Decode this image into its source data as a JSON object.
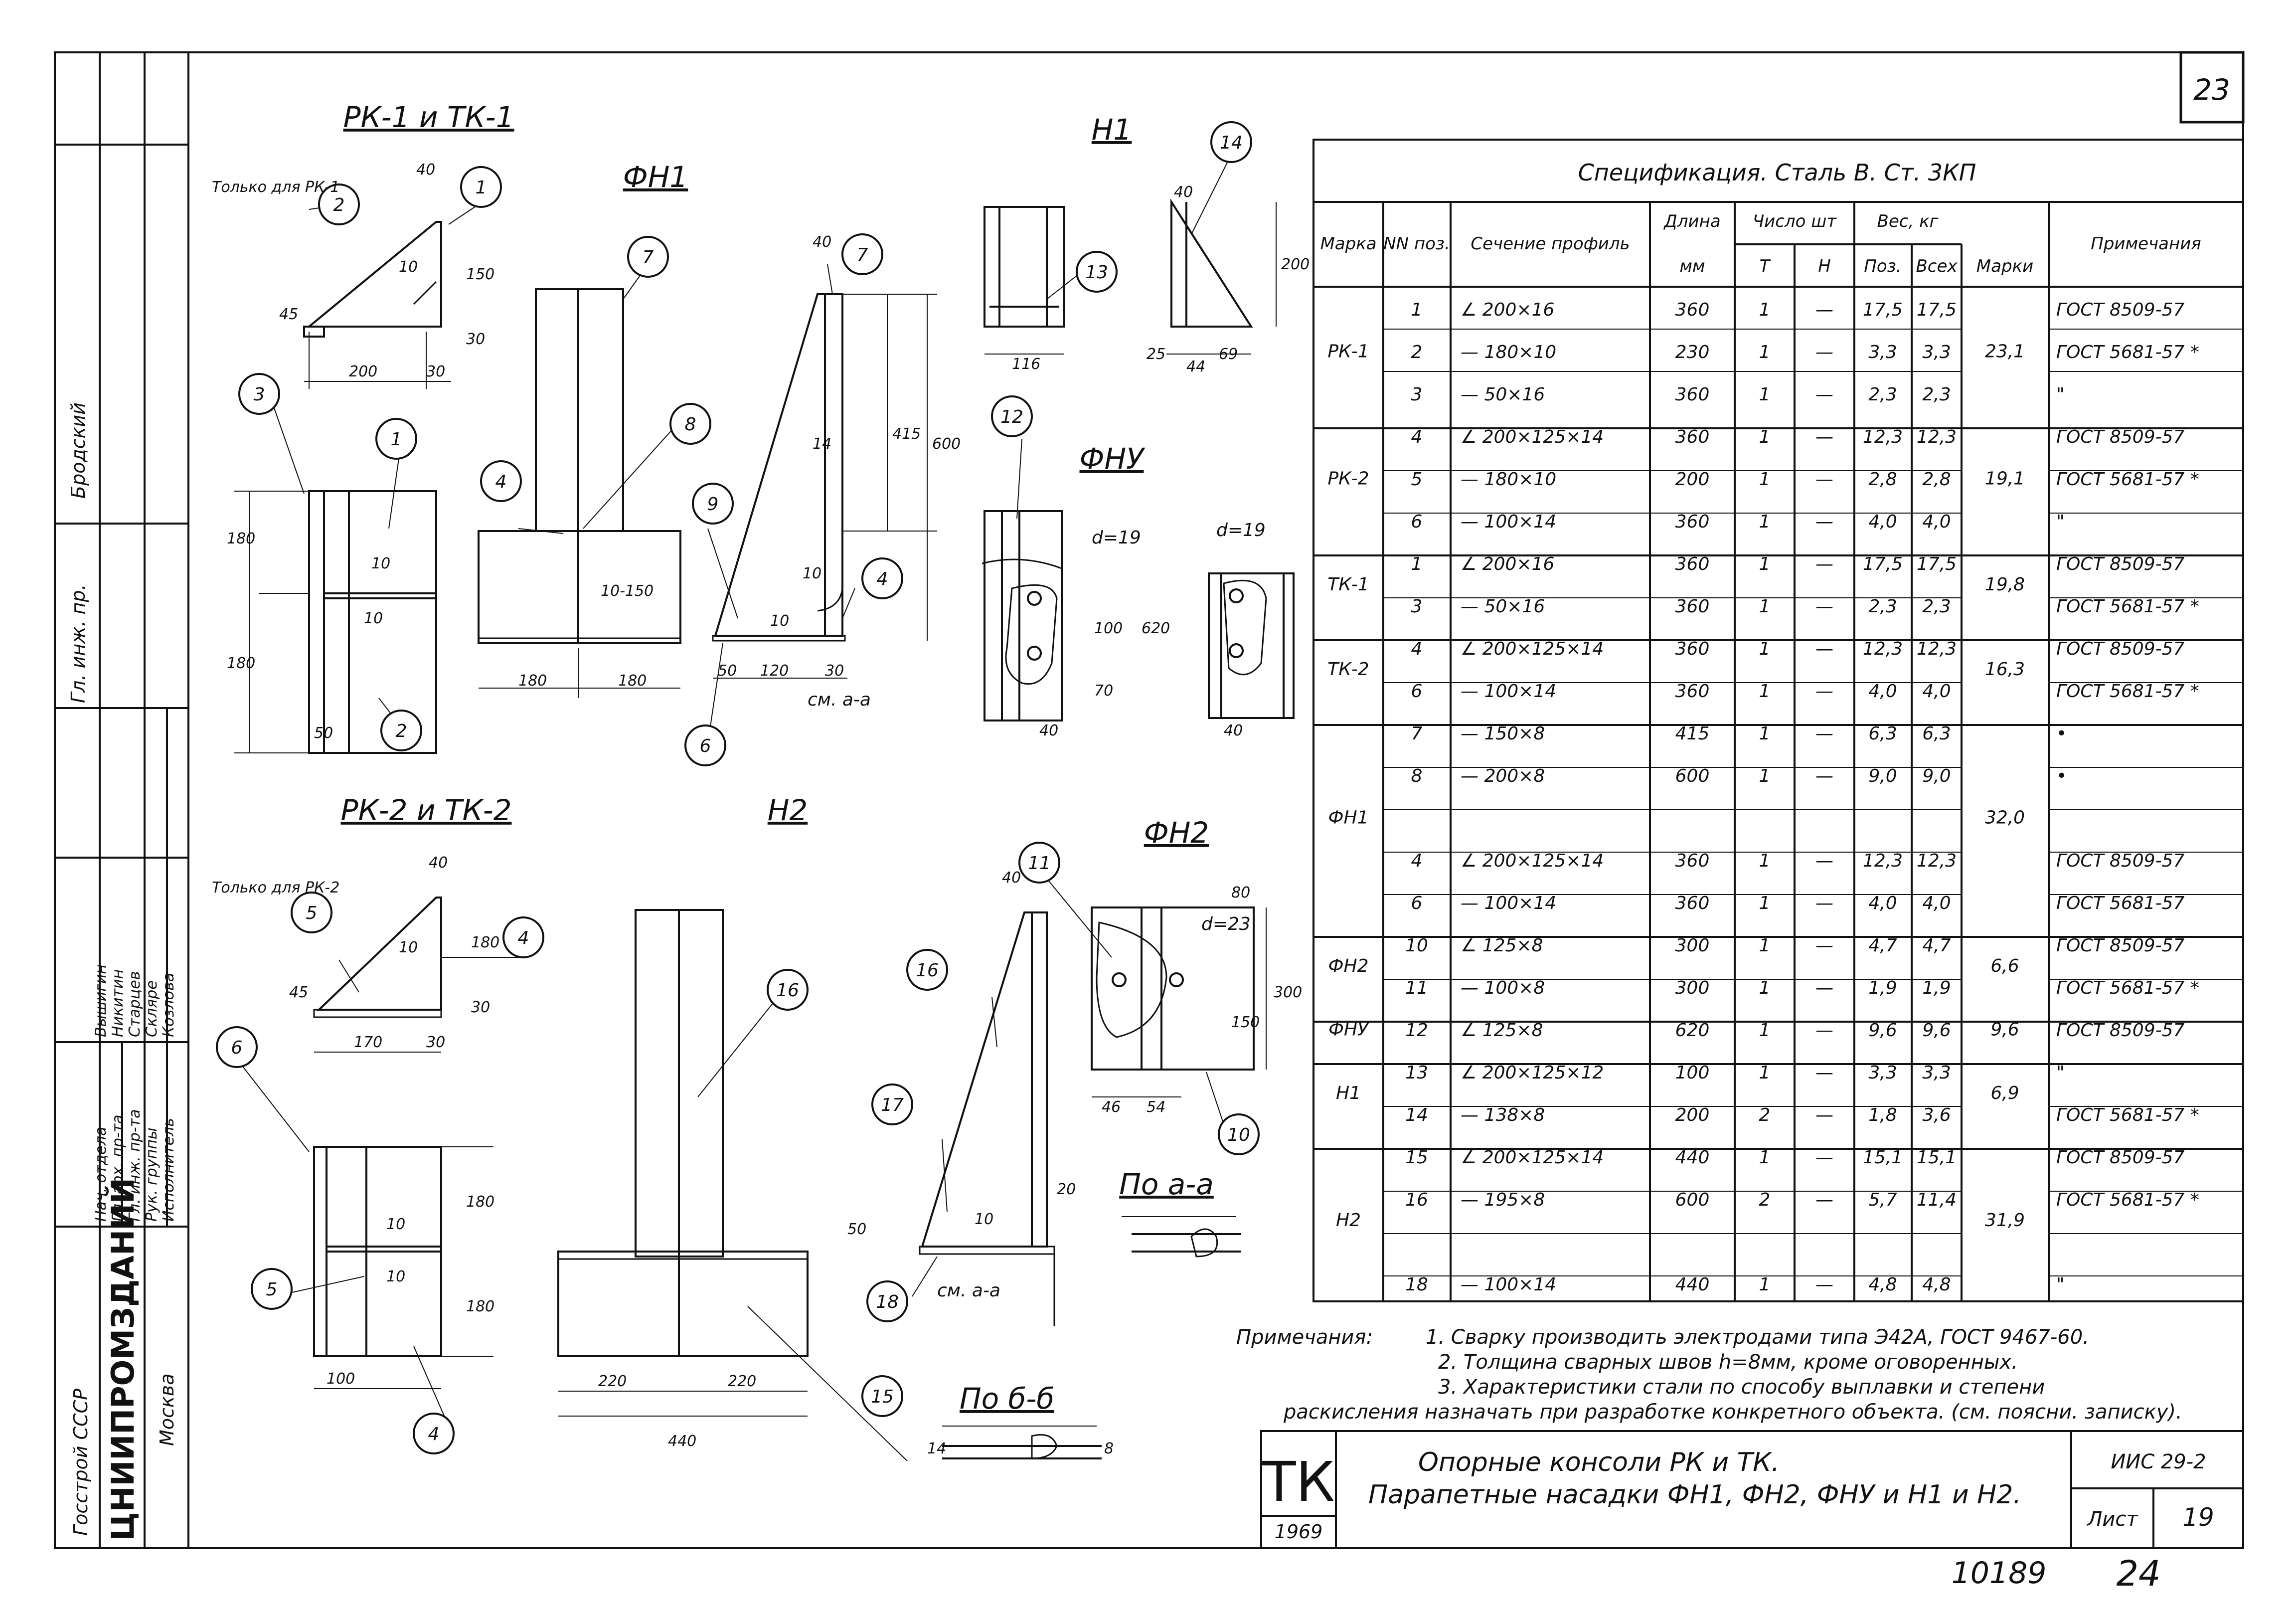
{
  "sheet_number": "23",
  "spec": {
    "title": "Спецификация. Сталь  В. Ст. 3КП",
    "headers": {
      "mark": "Марка",
      "pos": "NN поз.",
      "section": "Сечение профиль",
      "length": "Длина",
      "length_unit": "мм",
      "qty": "Число шт",
      "qty_t": "Т",
      "qty_n": "Н",
      "weight": "Вес, кг",
      "w_pos": "Поз.",
      "w_all": "Всех",
      "w_marks": "Марки",
      "note": "Примечания"
    },
    "rows": [
      {
        "pos": "1",
        "section": "∠ 200×16",
        "len": "360",
        "t": "1",
        "n": "—",
        "wp": "17,5",
        "wa": "17,5",
        "note": "ГОСТ 8509-57"
      },
      {
        "pos": "2",
        "section": "— 180×10",
        "len": "230",
        "t": "1",
        "n": "—",
        "wp": "3,3",
        "wa": "3,3",
        "note": "ГОСТ 5681-57 *"
      },
      {
        "pos": "3",
        "section": "— 50×16",
        "len": "360",
        "t": "1",
        "n": "—",
        "wp": "2,3",
        "wa": "2,3",
        "note": "\""
      },
      {
        "pos": "4",
        "section": "∠ 200×125×14",
        "len": "360",
        "t": "1",
        "n": "—",
        "wp": "12,3",
        "wa": "12,3",
        "note": "ГОСТ 8509-57"
      },
      {
        "pos": "5",
        "section": "— 180×10",
        "len": "200",
        "t": "1",
        "n": "—",
        "wp": "2,8",
        "wa": "2,8",
        "note": "ГОСТ 5681-57 *"
      },
      {
        "pos": "6",
        "section": "— 100×14",
        "len": "360",
        "t": "1",
        "n": "—",
        "wp": "4,0",
        "wa": "4,0",
        "note": "\""
      },
      {
        "pos": "1",
        "section": "∠ 200×16",
        "len": "360",
        "t": "1",
        "n": "—",
        "wp": "17,5",
        "wa": "17,5",
        "note": "ГОСТ 8509-57"
      },
      {
        "pos": "3",
        "section": "— 50×16",
        "len": "360",
        "t": "1",
        "n": "—",
        "wp": "2,3",
        "wa": "2,3",
        "note": "ГОСТ 5681-57 *"
      },
      {
        "pos": "4",
        "section": "∠ 200×125×14",
        "len": "360",
        "t": "1",
        "n": "—",
        "wp": "12,3",
        "wa": "12,3",
        "note": "ГОСТ 8509-57"
      },
      {
        "pos": "6",
        "section": "— 100×14",
        "len": "360",
        "t": "1",
        "n": "—",
        "wp": "4,0",
        "wa": "4,0",
        "note": "ГОСТ 5681-57 *"
      },
      {
        "pos": "7",
        "section": "— 150×8",
        "len": "415",
        "t": "1",
        "n": "—",
        "wp": "6,3",
        "wa": "6,3",
        "note": "•"
      },
      {
        "pos": "8",
        "section": "— 200×8",
        "len": "600",
        "t": "1",
        "n": "—",
        "wp": "9,0",
        "wa": "9,0",
        "note": "•"
      },
      {
        "pos": "",
        "section": "",
        "len": "",
        "t": "",
        "n": "",
        "wp": "",
        "wa": "",
        "note": ""
      },
      {
        "pos": "4",
        "section": "∠ 200×125×14",
        "len": "360",
        "t": "1",
        "n": "—",
        "wp": "12,3",
        "wa": "12,3",
        "note": "ГОСТ 8509-57"
      },
      {
        "pos": "6",
        "section": "— 100×14",
        "len": "360",
        "t": "1",
        "n": "—",
        "wp": "4,0",
        "wa": "4,0",
        "note": "ГОСТ 5681-57"
      },
      {
        "pos": "10",
        "section": "∠ 125×8",
        "len": "300",
        "t": "1",
        "n": "—",
        "wp": "4,7",
        "wa": "4,7",
        "note": "ГОСТ 8509-57"
      },
      {
        "pos": "11",
        "section": "— 100×8",
        "len": "300",
        "t": "1",
        "n": "—",
        "wp": "1,9",
        "wa": "1,9",
        "note": "ГОСТ 5681-57 *"
      },
      {
        "pos": "12",
        "section": "∠ 125×8",
        "len": "620",
        "t": "1",
        "n": "—",
        "wp": "9,6",
        "wa": "9,6",
        "note": "ГОСТ 8509-57"
      },
      {
        "pos": "13",
        "section": "∠ 200×125×12",
        "len": "100",
        "t": "1",
        "n": "—",
        "wp": "3,3",
        "wa": "3,3",
        "note": "\""
      },
      {
        "pos": "14",
        "section": "— 138×8",
        "len": "200",
        "t": "2",
        "n": "—",
        "wp": "1,8",
        "wa": "3,6",
        "note": "ГОСТ 5681-57 *"
      },
      {
        "pos": "15",
        "section": "∠ 200×125×14",
        "len": "440",
        "t": "1",
        "n": "—",
        "wp": "15,1",
        "wa": "15,1",
        "note": "ГОСТ 8509-57"
      },
      {
        "pos": "16",
        "section": "— 195×8",
        "len": "600",
        "t": "2",
        "n": "—",
        "wp": "5,7",
        "wa": "11,4",
        "note": "ГОСТ 5681-57 *"
      },
      {
        "pos": "",
        "section": "",
        "len": "",
        "t": "",
        "n": "",
        "wp": "",
        "wa": "",
        "note": ""
      },
      {
        "pos": "18",
        "section": "— 100×14",
        "len": "440",
        "t": "1",
        "n": "—",
        "wp": "4,8",
        "wa": "4,8",
        "note": "\""
      }
    ],
    "groups": [
      {
        "mark": "РК-1",
        "total": "23,1"
      },
      {
        "mark": "РК-2",
        "total": "19,1"
      },
      {
        "mark": "ТК-1",
        "total": "19,8"
      },
      {
        "mark": "ТК-2",
        "total": "16,3"
      },
      {
        "mark": "ФН1",
        "total": "32,0"
      },
      {
        "mark": "ФН2",
        "total": "6,6"
      },
      {
        "mark": "ФНУ",
        "total": "9,6"
      },
      {
        "mark": "Н1",
        "total": "6,9"
      },
      {
        "mark": "Н2",
        "total": "31,9"
      }
    ]
  },
  "notes": {
    "label": "Примечания:",
    "lines": [
      "1. Сварку производить электродами типа Э42А, ГОСТ 9467-60.",
      "2. Толщина сварных швов h=8мм, кроме оговоренных.",
      "3. Характеристики стали по способу выплавки и степени",
      "раскисления назначать при разработке конкретного объекта. (см. поясни. записку)."
    ]
  },
  "titleblock": {
    "code": "ТК",
    "year": "1969",
    "title_line1": "Опорные консоли РК и ТК.",
    "title_line2": "Парапетные насадки ФН1, ФН2, ФНУ и Н1 и Н2.",
    "series": "ИИС 29-2",
    "sheet_label": "Лист",
    "sheet": "19"
  },
  "footer": {
    "inventory": "10189",
    "page": "24"
  },
  "stamp": {
    "org_top": "Госстрой СССР",
    "org": "ЦНИИПРОМЗДАНИЙ",
    "city": "Москва",
    "roles": [
      "Нач. отдела",
      "Гл. арх. пр-та",
      "Гл. инж. пр-та",
      "Рук. группы",
      "Исполнитель"
    ],
    "names": [
      "Вышигин",
      "Никитин",
      "Старцев",
      "Скляре",
      "Козлова"
    ],
    "side_role": "Гл. инж. пр.",
    "side_name": "Бродский"
  },
  "drawings": {
    "rk1_tk1_title": "РК-1 и ТК-1",
    "rk2_tk2_title": "РК-2 и ТК-2",
    "fn1_title": "ФН1",
    "fn2_title": "ФН2",
    "fnu_title": "ФНУ",
    "h1_title": "Н1",
    "h2_title": "Н2",
    "only_rk1": "Только для РК-1",
    "only_rk2": "Только для РК-2",
    "section_aa": "По а-а",
    "section_bb": "По б-б",
    "see_aa": "см. а-а",
    "hole_19": "d=19",
    "hole_23": "d=23",
    "callouts": [
      "1",
      "2",
      "3",
      "4",
      "5",
      "6",
      "7",
      "8",
      "9",
      "10",
      "11",
      "12",
      "13",
      "14",
      "15",
      "16",
      "17",
      "18"
    ],
    "dims": [
      "40",
      "150",
      "10",
      "30",
      "45",
      "200",
      "180",
      "50",
      "120",
      "415",
      "600",
      "116",
      "25",
      "44",
      "69",
      "100",
      "70",
      "620",
      "170",
      "220",
      "440",
      "20",
      "46",
      "54",
      "300",
      "80",
      "14",
      "8",
      "10-150",
      "10"
    ]
  }
}
